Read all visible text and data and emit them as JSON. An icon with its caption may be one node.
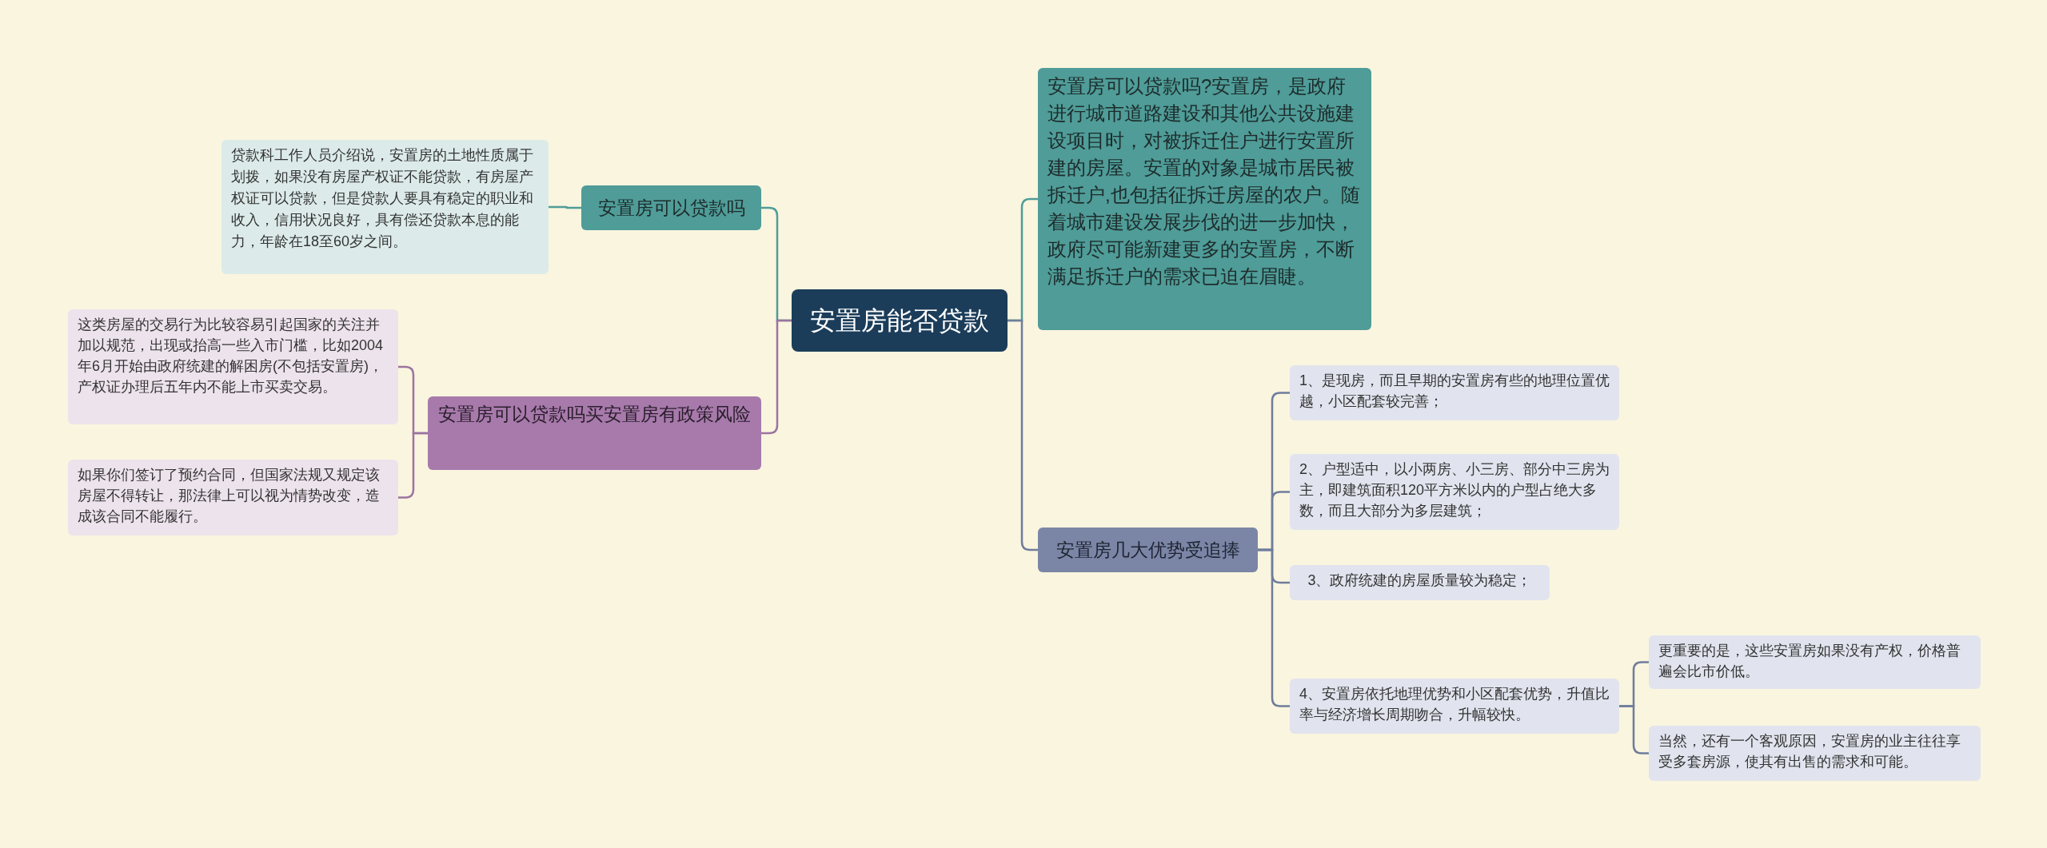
{
  "diagram": {
    "nodes": [
      {
        "text": [
          "安置房能否贷款"
        ]
      },
      {
        "text": [
          "安置房可以贷款吗"
        ]
      },
      {
        "text": [
          "贷款科工作人员介绍说，安置房的土地性质属于划拨，如果没有房屋产权证不能贷款，有房屋产权证可以贷款，但是贷款人要具有稳定的职业和收入，信用状况良好，具有偿还贷款本息的能力，年龄在18至60岁之间。"
        ]
      },
      {
        "text": [
          "安置房可以贷款吗买安置房有政策风险"
        ]
      },
      {
        "text": [
          "这类房屋的交易行为比较容易引起国家的关注并加以规范，出现或抬高一些入市门槛，比如2004年6月开始由政府统建的解困房(不包括安置房)，产权证办理后五年内不能上市买卖交易。"
        ]
      },
      {
        "text": [
          "如果你们签订了预约合同，但国家法规又规定该房屋不得转让，那法律上可以视为情势改变，造成该合同不能履行。"
        ]
      },
      {
        "text": [
          "安置房可以贷款吗?安置房，是政府进行城市道路建设和其他公共设施建设项目时，对被拆迁住户进行安置所建的房屋。安置的对象是城市居民被拆迁户,也包括征拆迁房屋的农户。随着城市建设发展步伐的进一步加快，政府尽可能新建更多的安置房，不断满足拆迁户的需求已迫在眉睫。"
        ]
      },
      {
        "text": [
          "安置房几大优势受追捧"
        ]
      },
      {
        "text": [
          "1、是现房，而且早期的安置房有些的地理位置优越，小区配套较完善；"
        ]
      },
      {
        "text": [
          "2、户型适中，以小两房、小三房、部分中三房为主，即建筑面积120平方米以内的户型占绝大多数，而且大部分为多层建筑；"
        ]
      },
      {
        "text": [
          "3、政府统建的房屋质量较为稳定；"
        ]
      },
      {
        "text": [
          "4、安置房依托地理优势和小区配套优势，升值比率与经济增长周期吻合，升幅较快。"
        ]
      },
      {
        "text": [
          "更重要的是，这些安置房如果没有产权，价格普遍会比市价低。"
        ]
      },
      {
        "text": [
          "当然，还有一个客观原因，安置房的业主往往享受多套房源，使其有出售的需求和可能。"
        ]
      }
    ],
    "edges": [
      {
        "from": 0,
        "to": 1,
        "arrow": "none",
        "color": "#4f9c98"
      },
      {
        "from": 1,
        "to": 2,
        "arrow": "none",
        "color": "#4f9c98"
      },
      {
        "from": 0,
        "to": 3,
        "arrow": "none",
        "color": "#9b74a0"
      },
      {
        "from": 3,
        "to": 4,
        "arrow": "none",
        "color": "#9b74a0"
      },
      {
        "from": 3,
        "to": 5,
        "arrow": "none",
        "color": "#9b74a0"
      },
      {
        "from": 0,
        "to": 6,
        "arrow": "none",
        "color": "#4f9c98"
      },
      {
        "from": 0,
        "to": 7,
        "arrow": "none"
      },
      {
        "from": 7,
        "to": 8,
        "arrow": "none"
      },
      {
        "from": 7,
        "to": 9,
        "arrow": "none"
      },
      {
        "from": 7,
        "to": 10,
        "arrow": "none"
      },
      {
        "from": 7,
        "to": 11,
        "arrow": "none"
      },
      {
        "from": 11,
        "to": 12,
        "arrow": "none"
      },
      {
        "from": 11,
        "to": 13,
        "arrow": "none"
      }
    ]
  }
}
